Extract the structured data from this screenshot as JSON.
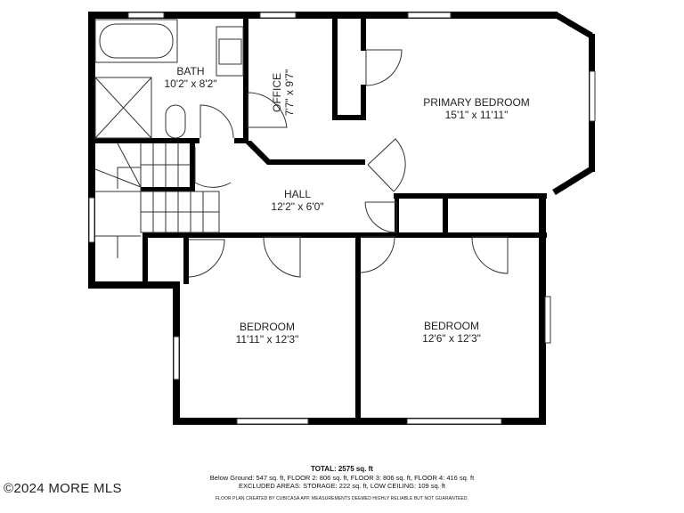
{
  "floorplan": {
    "rooms": [
      {
        "id": "bath",
        "name": "BATH",
        "dimensions": "10'2\" x 8'2\""
      },
      {
        "id": "office",
        "name": "OFFICE",
        "dimensions": "7'7\" x 9'7\""
      },
      {
        "id": "primary-bedroom",
        "name": "PRIMARY BEDROOM",
        "dimensions": "15'1\" x 11'11\""
      },
      {
        "id": "hall",
        "name": "HALL",
        "dimensions": "12'2\" x 6'0\""
      },
      {
        "id": "bedroom-left",
        "name": "BEDROOM",
        "dimensions": "11'11\" x 12'3\""
      },
      {
        "id": "bedroom-right",
        "name": "BEDROOM",
        "dimensions": "12'6\" x 12'3\""
      }
    ]
  },
  "footer": {
    "total": "TOTAL: 2575 sq. ft",
    "floors": "Below Ground: 547 sq. ft, FLOOR 2: 806 sq. ft, FLOOR 3: 806 sq. ft, FLOOR 4: 416 sq. ft",
    "excluded": "EXCLUDED AREAS: STORAGE: 222 sq. ft, LOW CEILING: 109 sq. ft",
    "disclaimer": "FLOOR PLAN CREATED BY CUBICASA APP. MEASUREMENTS DEEMED HIGHLY RELIABLE BUT NOT GUARANTEED."
  },
  "watermark": "©2024 MORE MLS",
  "colors": {
    "wall": "#000000",
    "line": "#222222",
    "background": "#ffffff"
  }
}
